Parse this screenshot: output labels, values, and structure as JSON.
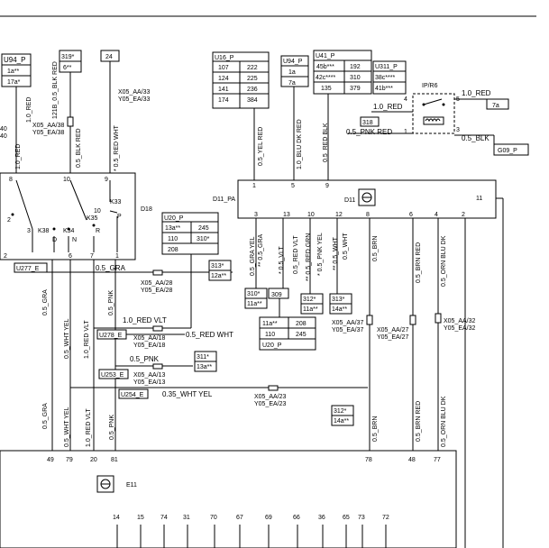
{
  "connectors": {
    "u94_left": {
      "name": "U94_P",
      "rows": [
        "1a**",
        "17a*"
      ]
    },
    "pin319": {
      "rows": [
        "319*",
        "6**"
      ]
    },
    "pin24": {
      "label": "24"
    },
    "u16": {
      "name": "U16_P",
      "rows": [
        [
          "107",
          "222"
        ],
        [
          "124",
          "225"
        ],
        [
          "141",
          "236"
        ],
        [
          "174",
          "384"
        ]
      ]
    },
    "u94_mid": {
      "name": "U94_P",
      "rows": [
        "1a",
        "7a"
      ]
    },
    "u41": {
      "name": "U41_P",
      "rows": [
        [
          "45b***",
          "192"
        ],
        [
          "42c****",
          "310"
        ],
        [
          "135",
          "379"
        ]
      ]
    },
    "u311": {
      "name": "U311_P",
      "rows": [
        "38c****",
        "41b***"
      ]
    },
    "u20_top": {
      "name": "U20_P",
      "rows": [
        [
          "13a**",
          "245"
        ],
        [
          "110",
          "310*"
        ],
        [
          "208",
          ""
        ]
      ]
    },
    "u20_bot": {
      "name": "U20_P",
      "rows": [
        [
          "11a**",
          "208"
        ],
        [
          "110",
          "245"
        ]
      ]
    },
    "u277": {
      "name": "U277_E"
    },
    "u278": {
      "name": "U278_E"
    },
    "u253": {
      "name": "U253_E"
    },
    "u254": {
      "name": "U254_E"
    },
    "g09": {
      "name": "G09_P"
    },
    "tag_7a": {
      "name": "7a"
    },
    "tag_318": {
      "name": "318"
    },
    "tag_313_12a": {
      "rows": [
        "313*",
        "12a**"
      ]
    },
    "tag_311_13a": {
      "rows": [
        "311*",
        "13a**"
      ]
    },
    "tag_312_14a": {
      "rows": [
        "312*",
        "14a**"
      ]
    },
    "tag_310_11a": {
      "rows": [
        "310*",
        "11a**"
      ]
    },
    "tag_309": {
      "name": "309"
    },
    "tag_312_11a": {
      "rows": [
        "312*",
        "11a**"
      ]
    },
    "tag_313_14a": {
      "rows": [
        "313*",
        "14a**"
      ]
    }
  },
  "components": {
    "ipr6": {
      "name": "IP/R6",
      "pins": [
        "4",
        "5",
        "3",
        "1"
      ]
    },
    "d11": {
      "name": "D11_PA",
      "ground_label": "D11"
    },
    "d18": {
      "name": "D18",
      "relay": "K33",
      "switches": [
        "K38",
        "K34",
        "K35"
      ]
    },
    "e11": {
      "name": "E11"
    }
  },
  "splices": {
    "s_aa38": [
      "X05_AA/38",
      "Y05_EA/38"
    ],
    "s_aa33": [
      "X05_AA/33",
      "Y05_EA/33"
    ],
    "s_aa28": [
      "X05_AA/28",
      "Y05_EA/28"
    ],
    "s_aa18": [
      "X05_AA/18",
      "Y05_EA/18"
    ],
    "s_aa13": [
      "X05_AA/13",
      "Y05_EA/13"
    ],
    "s_aa23": [
      "X05_AA/23",
      "Y05_EA/23"
    ],
    "s_aa37": [
      "X05_AA/37",
      "Y05_EA/37"
    ],
    "s_aa27": [
      "X05_AA/27",
      "Y05_EA/27"
    ],
    "s_aa32": [
      "X05_AA/32",
      "Y05_EA/32"
    ]
  },
  "wires": {
    "w_red_1": "1.0_RED",
    "w_121b": "121B_0.5_BLK RED",
    "w_blk_red": "0.5_BLK RED",
    "w_red_wht": "* 0.5_RED WHT",
    "w_red_2": "1.0_RED",
    "w_yel_red": "0.5_YEL RED",
    "w_blu_dk_red": "1.0_BLU DK RED",
    "w_red_blk": "0.5_RED BLK",
    "w_ip_red1": "1.0_RED",
    "w_ip_red2": "1.0_RED",
    "w_ip_pnk": "0.5_PNK RED",
    "w_ip_blk": "0.5_BLK",
    "w_gra_h": "0.5_GRA",
    "w_red_vlt_h": "1.0_RED VLT",
    "w_red_wht_h": "0.5_RED WHT",
    "w_pnk_h": "0.5_PNK",
    "w_wht_yel_h": "0.35_WHT YEL",
    "w_gra_v": "0.5_GRA",
    "w_wht_yel_v": "0.5_WHT YEL",
    "w_red_vlt_v": "1.0_RED VLT",
    "w_pnk_v": "0.5_PNK",
    "w_gra_yel": "0.5_GRA YEL",
    "w_gra": "** 0.5_GRA",
    "w_vlt": "* 0.5_VLT",
    "w_red_vlt": "0.5_RED VLT",
    "w_red_grn": "** 0.5_RED GRN",
    "w_pnk_yel": "* 0.5_PNK YEL",
    "w_wht": "0.5_WHT",
    "w_wht2": "** 0.5_WHT",
    "w_brn": "0.5_BRN",
    "w_brn_red": "0.5_BRN RED",
    "w_orn_blu": "0.5_ORN BLU DK",
    "w_gra_b": "0.5_GRA",
    "w_wht_yel_b": "0.5_WHT YEL",
    "w_red_vlt_b": "1.0_RED VLT",
    "w_pnk_b": "0.5_PNK",
    "w_brn_b": "0.5_BRN",
    "w_brn_red_b": "0.5_BRN RED",
    "w_orn_blu_b": "0.5_ORN BLU DK"
  },
  "pins": {
    "d11_pins": [
      "1",
      "5",
      "9",
      "3",
      "13",
      "10",
      "12",
      "8",
      "6",
      "4",
      "2",
      "11"
    ],
    "d18_pins": [
      "8",
      "10",
      "9",
      "2",
      "3",
      "2",
      "6",
      "7",
      "1",
      "D",
      "N",
      "R",
      "P",
      "10"
    ],
    "e11_top": [
      "49",
      "79",
      "20",
      "81",
      "78",
      "48",
      "77"
    ],
    "e11_bottom": [
      "14",
      "15",
      "74",
      "31",
      "70",
      "67",
      "69",
      "66",
      "36",
      "65",
      "73",
      "72"
    ],
    "misc": [
      "40",
      "40"
    ]
  }
}
